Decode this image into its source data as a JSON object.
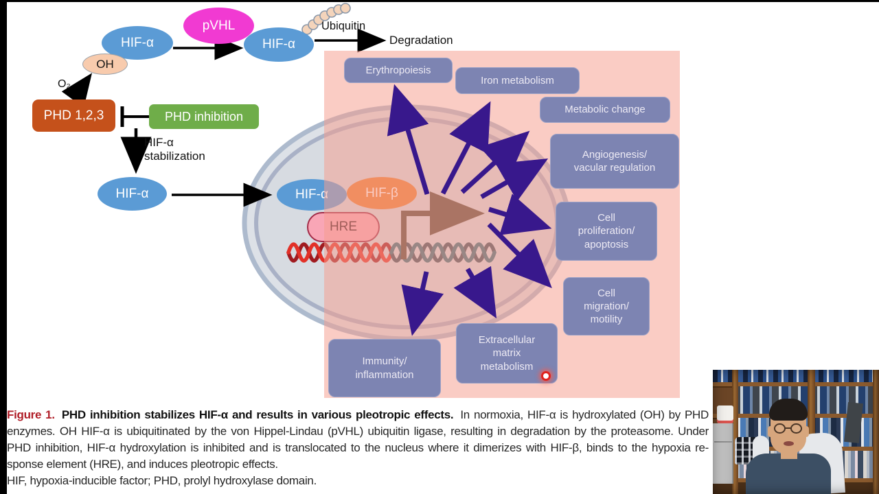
{
  "pathway": {
    "hif_alpha": "HIF-α",
    "oh": "OH",
    "pvhl": "pVHL",
    "ubiquitin": "Ubiquitin",
    "degradation": "Degradation",
    "o2": "O₂",
    "phd": "PHD 1,2,3",
    "phd_inhibition": "PHD inhibition",
    "stabilization": "HIF-α\nstabilization",
    "hif_beta": "HIF-β",
    "hre": "HRE"
  },
  "effects": {
    "erythropoiesis": "Erythropoiesis",
    "iron": "Iron metabolism",
    "metabolic": "Metabolic change",
    "angiogenesis": "Angiogenesis/\nvacular regulation",
    "proliferation": "Cell\nproliferation/\napoptosis",
    "migration": "Cell\nmigration/\nmotility",
    "extracellular": "Extracellular\nmatrix\nmetabolism",
    "immunity": "Immunity/\ninflammation"
  },
  "caption": {
    "figure_label": "Figure 1.",
    "title_bold": "PHD inhibition stabilizes HIF-α and results in various pleotropic effects.",
    "line1_rest": "In normoxia, HIF-α is hydroxylated (OH) by PHD",
    "line2": "enzymes. OH HIF-α is ubiquitinated by the von Hippel-Lindau (pVHL) ubiquitin ligase, resulting in degradation by the proteasome. Under",
    "line3": "PHD inhibition, HIF-α hydroxylation is inhibited and is translocated to the nucleus where it dimerizes with HIF-β, binds to the hypoxia re-",
    "line4": "sponse element (HRE), and induces pleotropic effects.",
    "line5": "HIF, hypoxia-inducible factor; PHD, prolyl hydroxylase domain."
  },
  "colors": {
    "hif_alpha_blue": "#5b9bd5",
    "hif_beta_orange": "#ed7d31",
    "pvhl_magenta": "#f13ad2",
    "phd_rust": "#c5511b",
    "inhibition_green": "#6fad49",
    "effect_box_purple": "#7d84b2",
    "overlay_pink": "#f79e8e",
    "arrow_purple": "#38188c",
    "figure_label_red": "#b01e28"
  }
}
